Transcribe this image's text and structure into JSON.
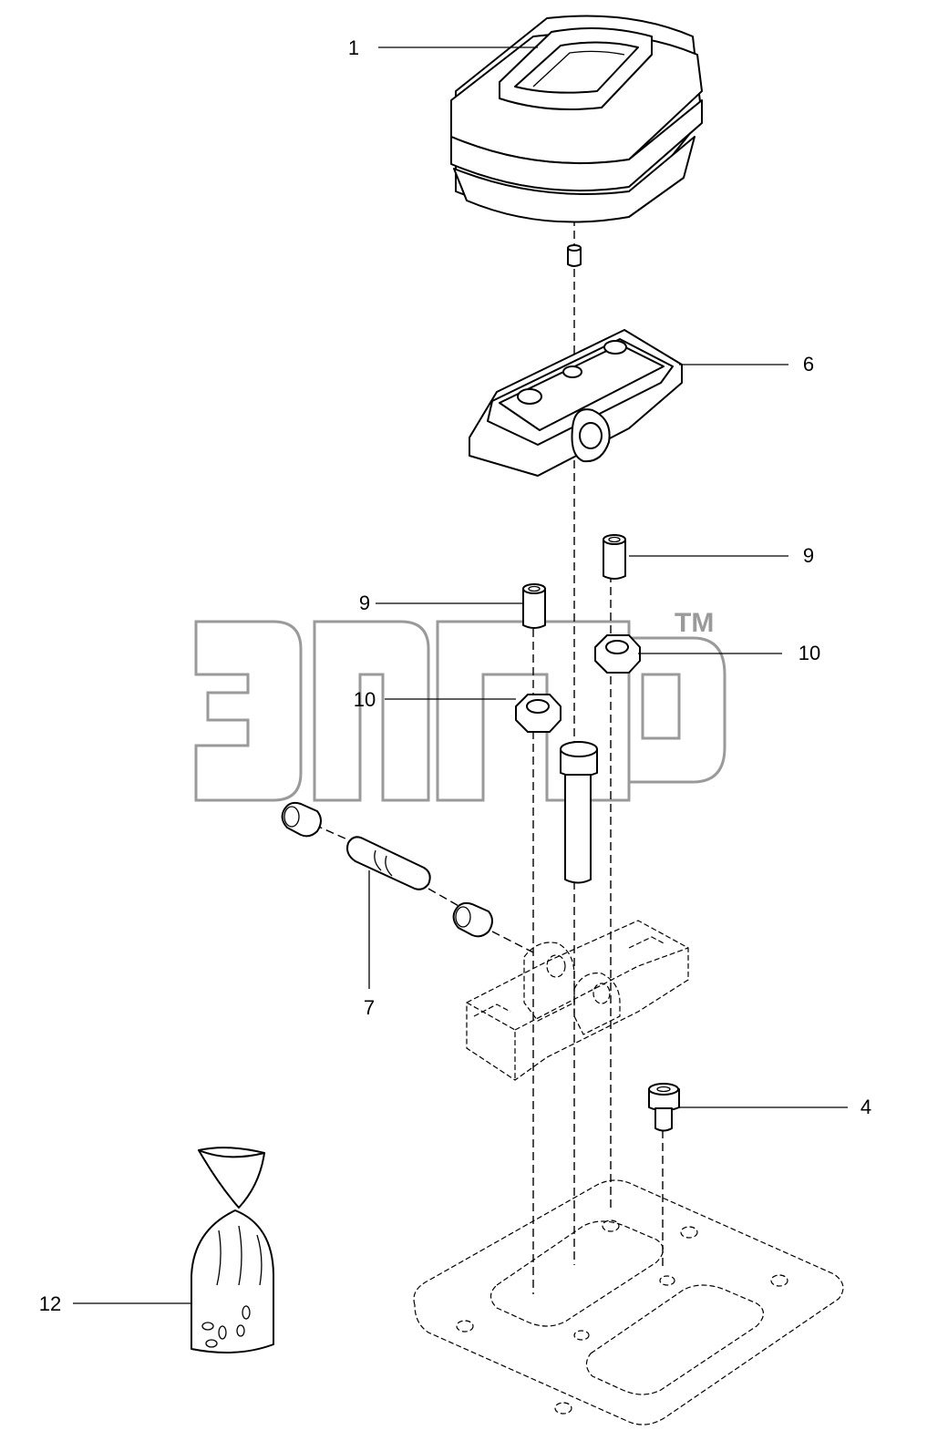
{
  "diagram": {
    "callouts": [
      {
        "id": "c1",
        "label": "1"
      },
      {
        "id": "c6",
        "label": "6"
      },
      {
        "id": "c9a",
        "label": "9"
      },
      {
        "id": "c9b",
        "label": "9"
      },
      {
        "id": "c10a",
        "label": "10"
      },
      {
        "id": "c10b",
        "label": "10"
      },
      {
        "id": "c7",
        "label": "7"
      },
      {
        "id": "c4",
        "label": "4"
      },
      {
        "id": "c12",
        "label": "12"
      }
    ],
    "watermark": {
      "tm": "TM"
    },
    "colors": {
      "line": "#000000",
      "watermark": "#9a9a9a",
      "background": "#ffffff"
    }
  }
}
